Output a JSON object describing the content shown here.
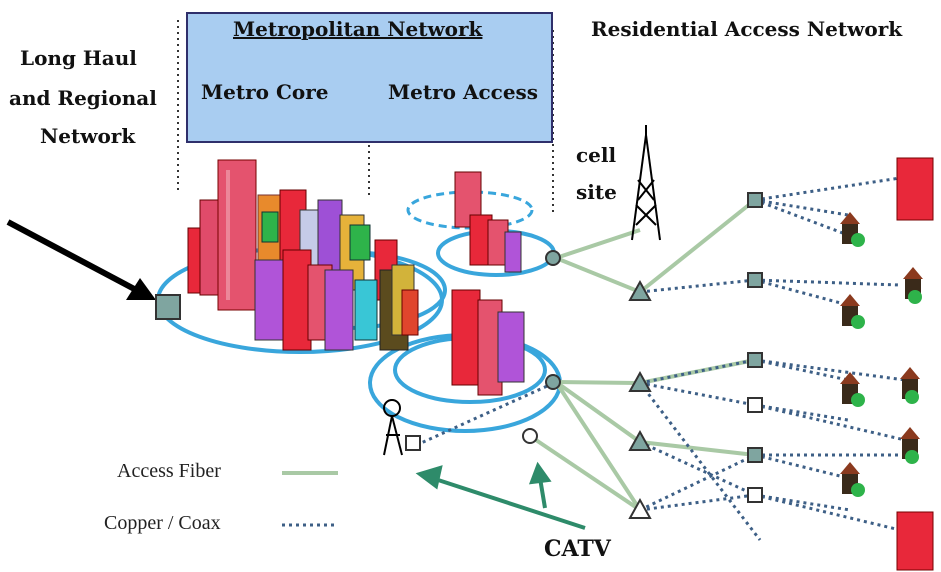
{
  "header": {
    "metro_title": "Metropolitan Network",
    "metro_core": "Metro Core",
    "metro_access": "Metro Access",
    "residential": "Residential Access Network",
    "long_haul": [
      "Long Haul",
      "and Regional",
      "Network"
    ]
  },
  "labels": {
    "cell_site": [
      "cell",
      "site"
    ],
    "catv": "CATV"
  },
  "legend": {
    "access_fiber": "Access Fiber",
    "copper_coax": "Copper / Coax"
  },
  "colors": {
    "ring": "#39a6dc",
    "fiber": "#a9c9a5",
    "copper": "#3d5f86",
    "box_fill": "#a9cdf1",
    "node_fill": "#7fa5a0",
    "arrow_green": "#2e8b6a"
  }
}
